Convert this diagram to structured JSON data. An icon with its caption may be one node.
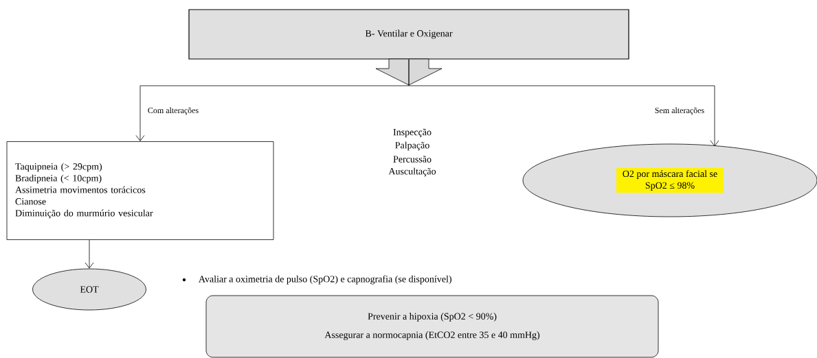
{
  "diagram": {
    "nodes": [
      {
        "text": [
          "B- Ventilar e Oxigenar"
        ]
      },
      {
        "text": [
          "Taquipneia (> 29cpm)",
          "Bradipneia (< 10cpm)",
          "Assimetria movimentos torácicos",
          "Cianose",
          "Diminuição do murmúrio vesicular"
        ]
      },
      {
        "text": [
          "EOT"
        ]
      },
      {
        "text": [
          "O2 por máscara facial se SpO2 ≤ 98%"
        ]
      },
      {
        "text": [
          "Prevenir a hipoxia (SpO2 < 90%)",
          "Assegurar a normocapnia (EtCO2 entre 35 e 40 mmHg)"
        ]
      }
    ],
    "edges": [
      {
        "from": 0,
        "to": 1,
        "arrow": "to",
        "label": "Com alterações"
      },
      {
        "from": 0,
        "to": 3,
        "arrow": "to",
        "label": "Sem alterações"
      },
      {
        "from": 1,
        "to": 2,
        "arrow": "to"
      }
    ],
    "labels": [
      "Inspecção",
      "Palpação",
      "Percussão",
      "Auscultação",
      "Avaliar a oximetria de pulso (SpO2) e capnografia (se disponível)"
    ]
  }
}
